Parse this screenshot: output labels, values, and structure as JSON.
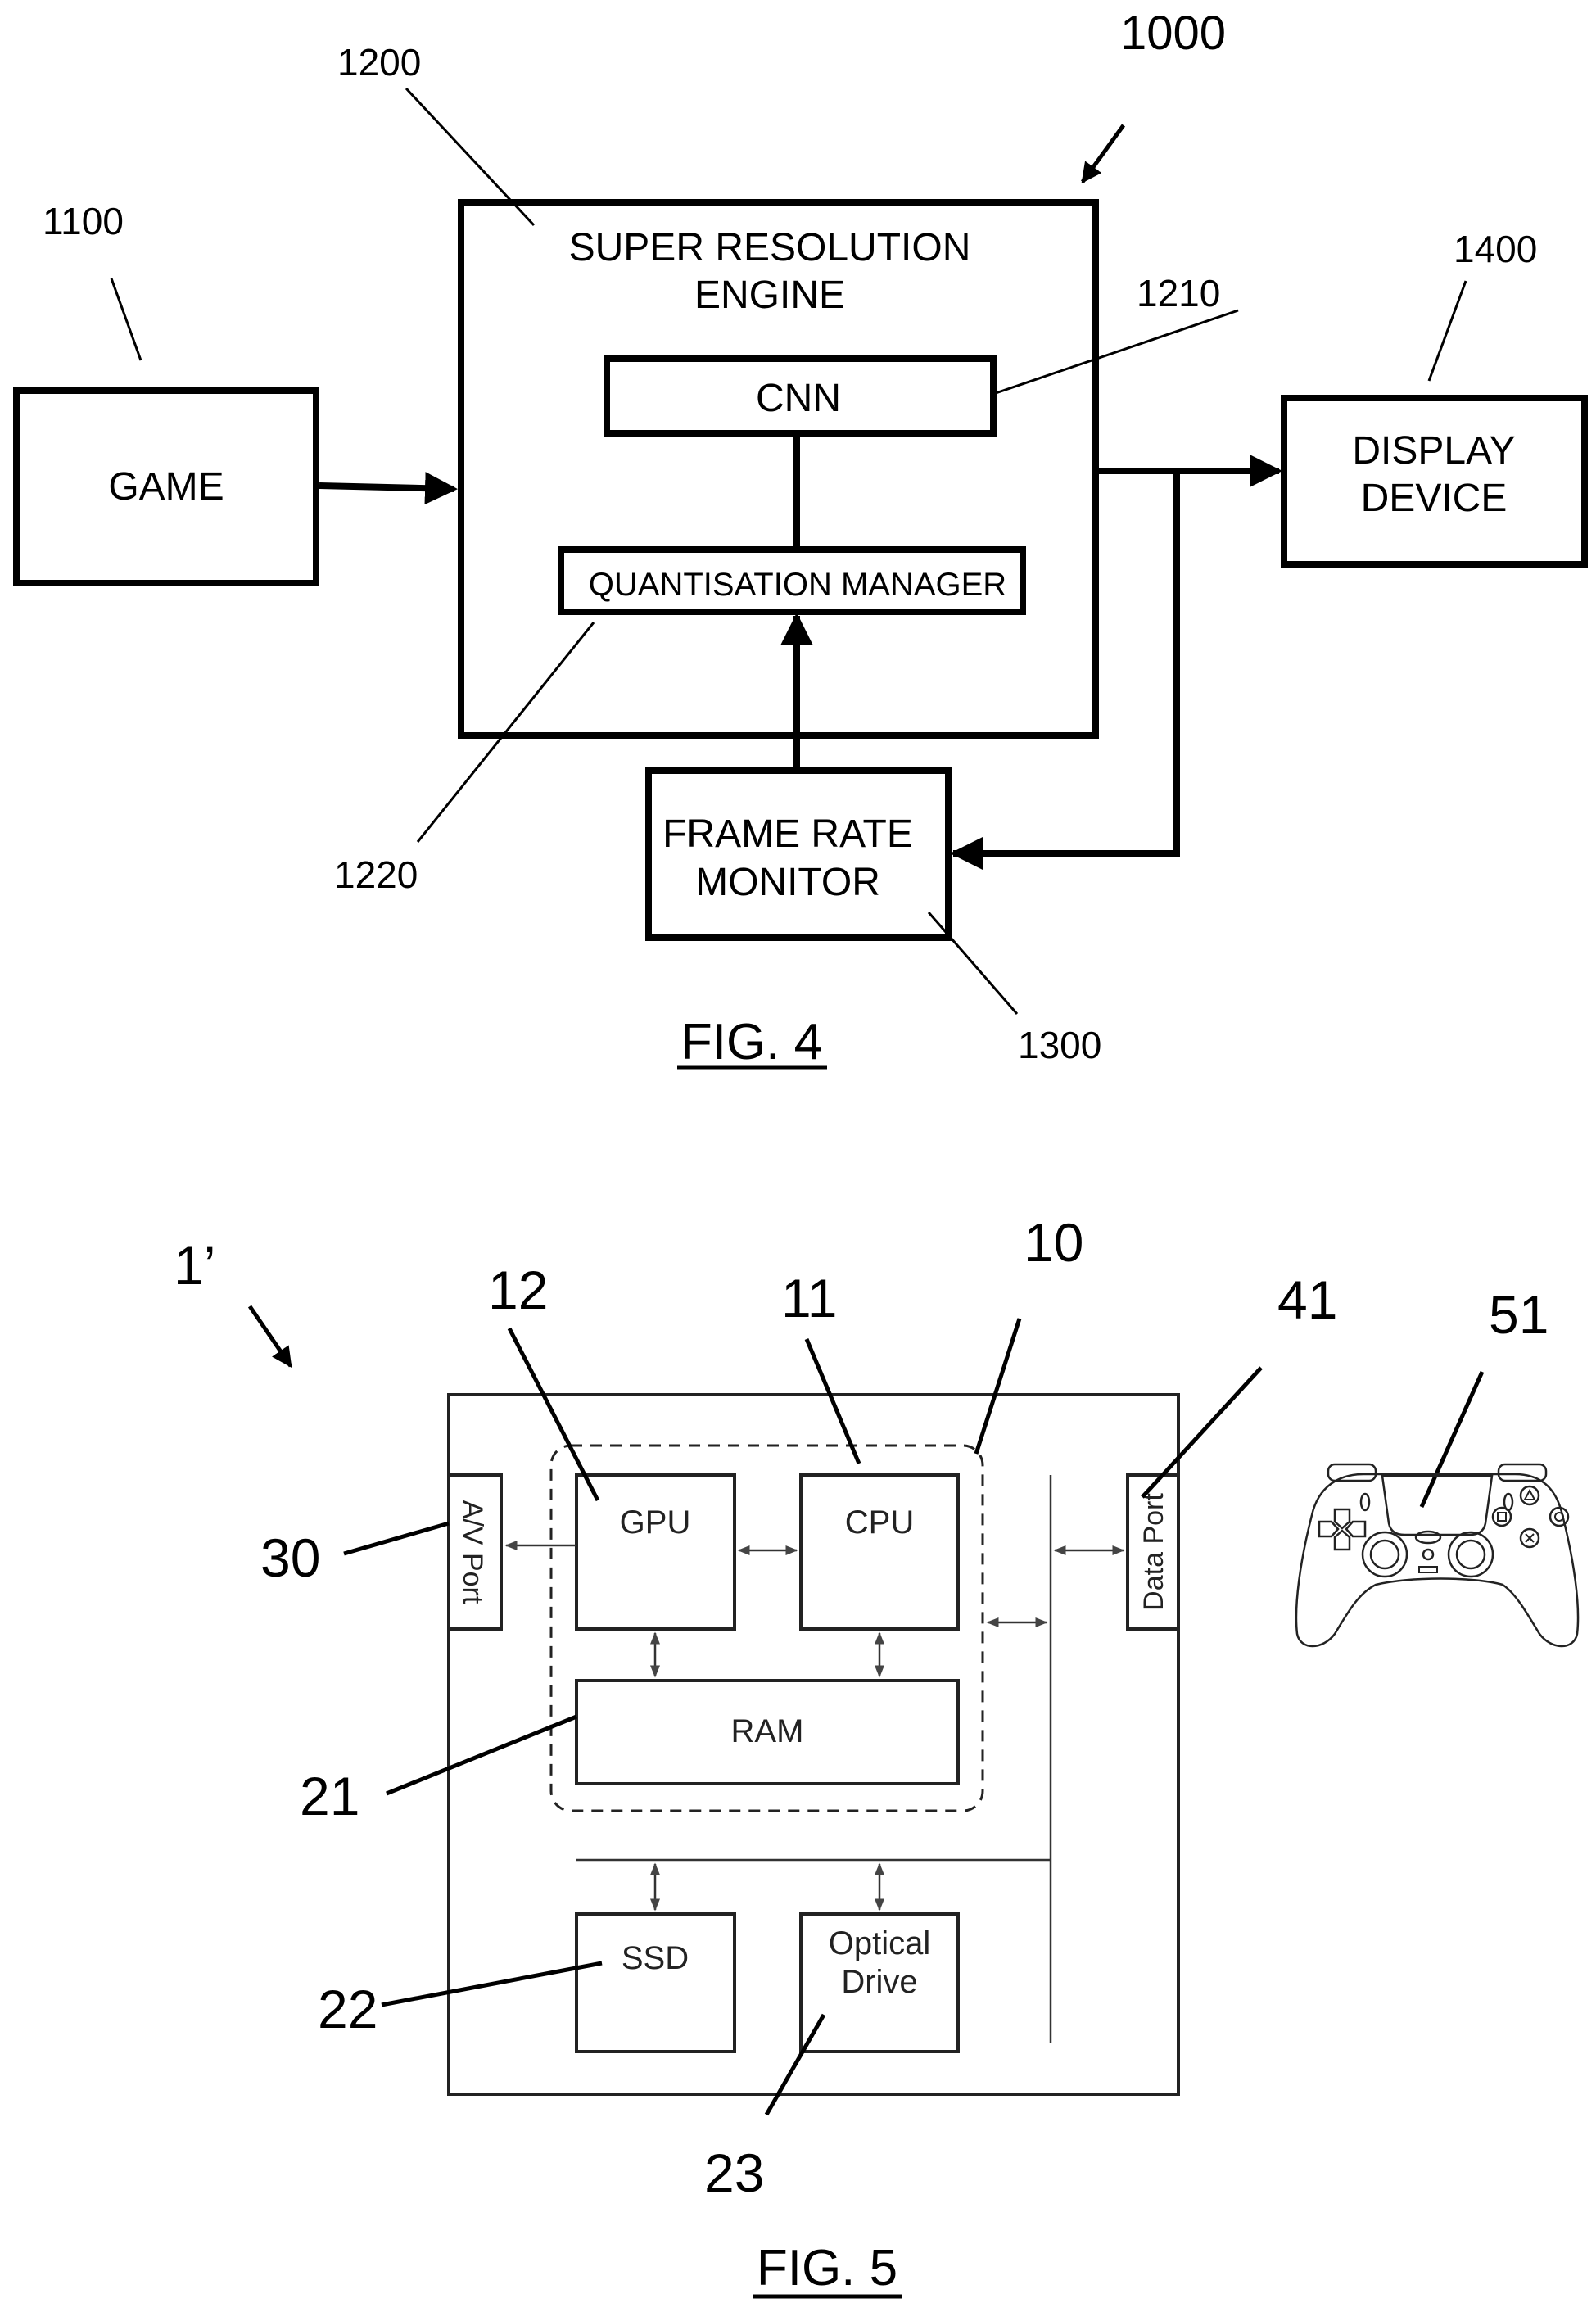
{
  "figure4": {
    "caption": "FIG. 4",
    "system_ref": "1000",
    "blocks": {
      "game": {
        "ref": "1100",
        "label": "GAME"
      },
      "super_resolution_engine": {
        "ref": "1200",
        "label_line1": "SUPER RESOLUTION",
        "label_line2": "ENGINE"
      },
      "cnn": {
        "ref": "1210",
        "label": "CNN"
      },
      "quantisation_manager": {
        "ref": "1220",
        "label": "QUANTISATION MANAGER"
      },
      "frame_rate_monitor": {
        "ref": "1300",
        "label_line1": "FRAME RATE",
        "label_line2": "MONITOR"
      },
      "display_device": {
        "ref": "1400",
        "label_line1": "DISPLAY",
        "label_line2": "DEVICE"
      }
    },
    "connections": [
      {
        "from": "GAME",
        "to": "SUPER RESOLUTION ENGINE",
        "type": "arrow"
      },
      {
        "from": "CNN",
        "to": "QUANTISATION MANAGER",
        "type": "line"
      },
      {
        "from": "FRAME RATE MONITOR",
        "to": "QUANTISATION MANAGER",
        "type": "arrow"
      },
      {
        "from": "SUPER RESOLUTION ENGINE",
        "to": "DISPLAY DEVICE",
        "type": "arrow"
      },
      {
        "from": "SUPER RESOLUTION ENGINE output",
        "to": "FRAME RATE MONITOR",
        "type": "arrow"
      }
    ]
  },
  "figure5": {
    "caption": "FIG. 5",
    "system_ref": "1’",
    "refs": {
      "apu": "10",
      "cpu": "11",
      "gpu": "12",
      "ram": "21",
      "ssd": "22",
      "optical_drive": "23",
      "av_port": "30",
      "data_port": "41",
      "controller": "51"
    },
    "blocks": {
      "gpu": "GPU",
      "cpu": "CPU",
      "ram": "RAM",
      "ssd": "SSD",
      "optical_line1": "Optical",
      "optical_line2": "Drive",
      "av_port": "A/V Port",
      "data_port": "Data Port"
    }
  }
}
